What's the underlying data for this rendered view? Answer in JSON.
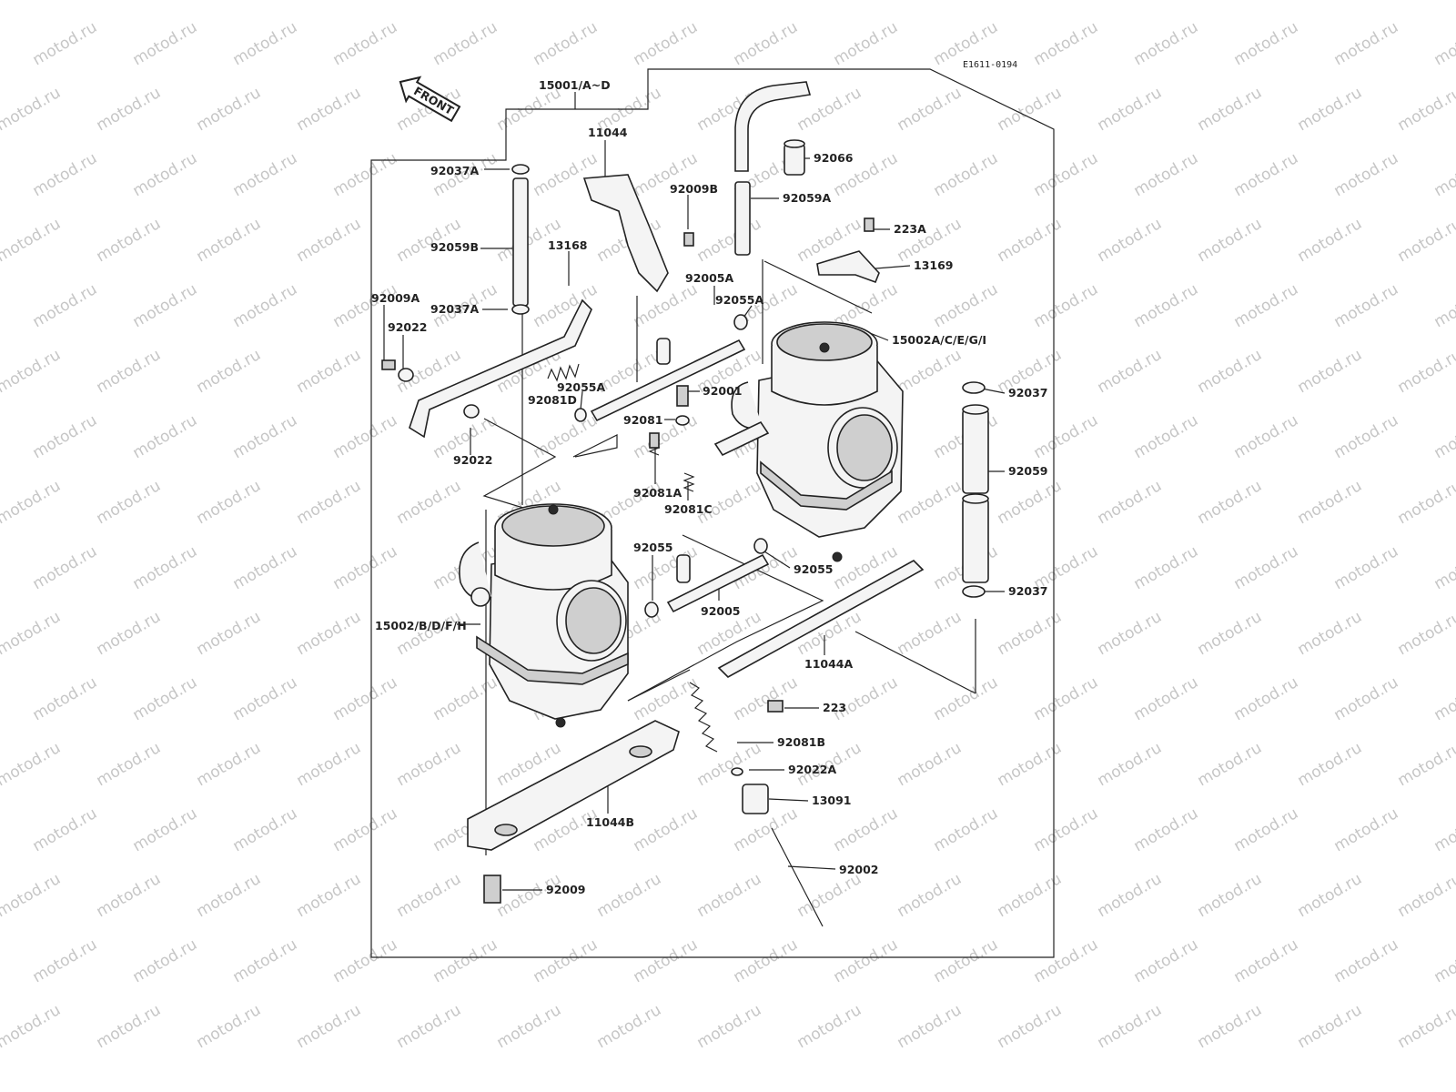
{
  "watermark": "motod.ru",
  "diagram_code": "E1611-0194",
  "front_label": "FRONT",
  "parts": [
    {
      "id": "15001/A~D"
    },
    {
      "id": "11044"
    },
    {
      "id": "92037A"
    },
    {
      "id": "92009B"
    },
    {
      "id": "92066"
    },
    {
      "id": "92059A"
    },
    {
      "id": "223A"
    },
    {
      "id": "92059B"
    },
    {
      "id": "13168"
    },
    {
      "id": "13169"
    },
    {
      "id": "92005A"
    },
    {
      "id": "92055A"
    },
    {
      "id": "92009A"
    },
    {
      "id": "92037A"
    },
    {
      "id": "92022"
    },
    {
      "id": "15002A/C/E/G/I"
    },
    {
      "id": "92055A"
    },
    {
      "id": "92001"
    },
    {
      "id": "92037"
    },
    {
      "id": "92081D"
    },
    {
      "id": "92081"
    },
    {
      "id": "92022"
    },
    {
      "id": "92059"
    },
    {
      "id": "92081A"
    },
    {
      "id": "92081C"
    },
    {
      "id": "92055"
    },
    {
      "id": "92055"
    },
    {
      "id": "92037"
    },
    {
      "id": "92005"
    },
    {
      "id": "15002/B/D/F/H"
    },
    {
      "id": "11044A"
    },
    {
      "id": "223"
    },
    {
      "id": "92081B"
    },
    {
      "id": "92022A"
    },
    {
      "id": "13091"
    },
    {
      "id": "11044B"
    },
    {
      "id": "92002"
    },
    {
      "id": "92009"
    }
  ]
}
